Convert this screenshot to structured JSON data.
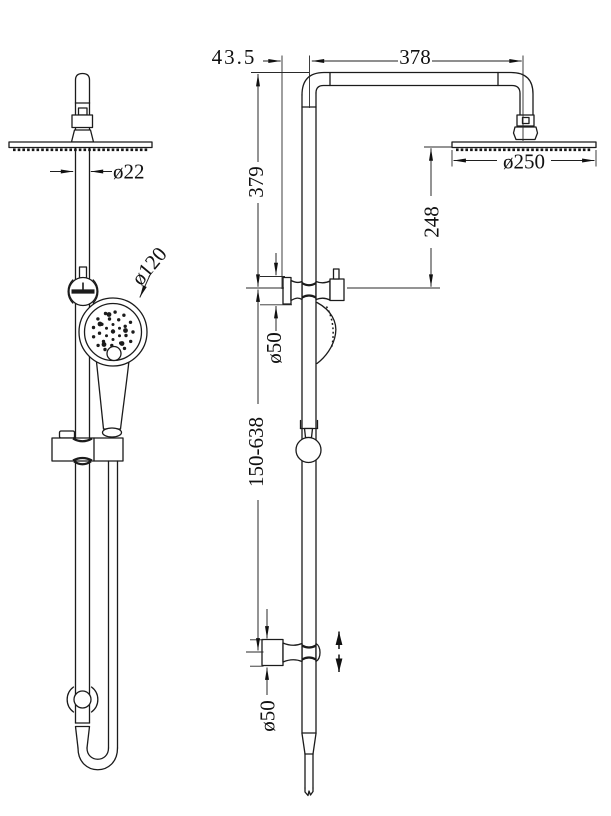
{
  "drawing": {
    "kind": "shower-rail-set-technical-drawing",
    "labels": {
      "front": {
        "rail_diameter": "ø22",
        "handshower_diameter": "ø120"
      },
      "side": {
        "wall_offset": "43.5",
        "arm_reach": "378",
        "top_to_bracket": "379",
        "head_to_bracket": "248",
        "head_diameter": "ø250",
        "upper_bracket_dia": "ø50",
        "slide_range": "150-638",
        "lower_bracket_dia": "ø50"
      }
    }
  }
}
